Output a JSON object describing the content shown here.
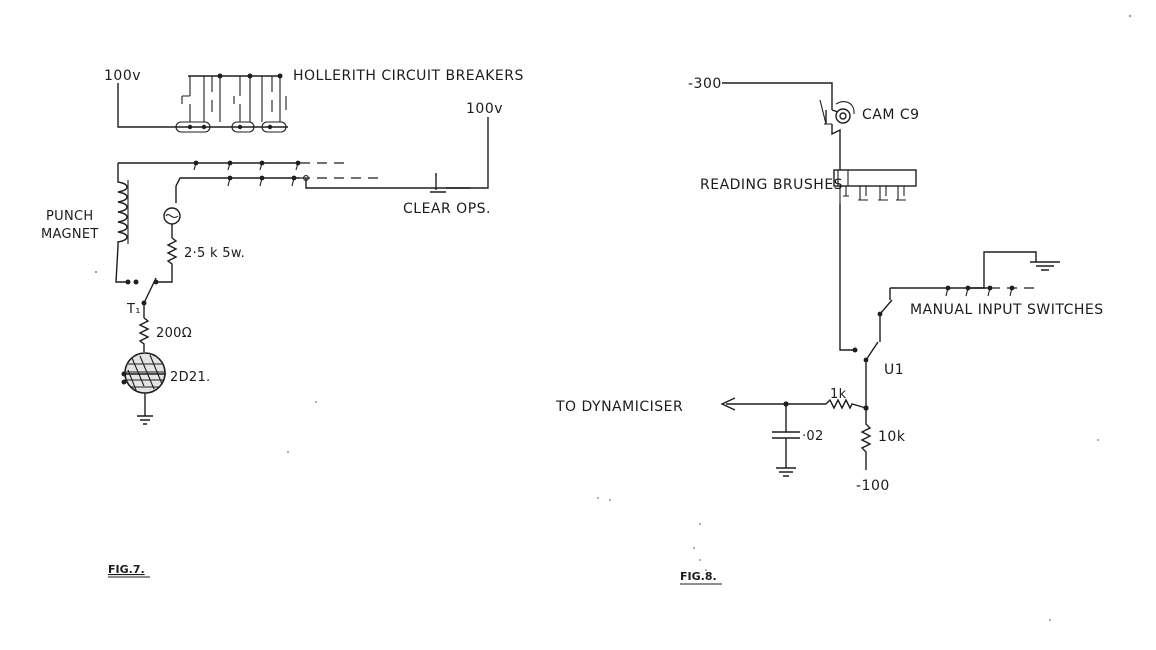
{
  "fig7": {
    "caption": "FIG.7.",
    "labels": {
      "v100_left": "100v",
      "hollerith": "HOLLERITH CIRCUIT BREAKERS",
      "v100_right": "100v",
      "clear_ops": "CLEAR OPS.",
      "punch": "PUNCH",
      "magnet": "MAGNET",
      "res_25k": "2·5 k 5w.",
      "t1": "T₁",
      "res_200": "200Ω",
      "tube": "2D21."
    }
  },
  "fig8": {
    "caption": "FIG.8.",
    "labels": {
      "v300": "-300",
      "cam": "CAM C9",
      "reading_brushes": "READING BRUSHES",
      "manual_input": "MANUAL INPUT SWITCHES",
      "u1": "U1",
      "to_dynamiciser": "TO DYNAMICISER",
      "res_1k": "1k",
      "res_10k": "10k",
      "cap_02": "·02",
      "v100": "-100"
    }
  }
}
